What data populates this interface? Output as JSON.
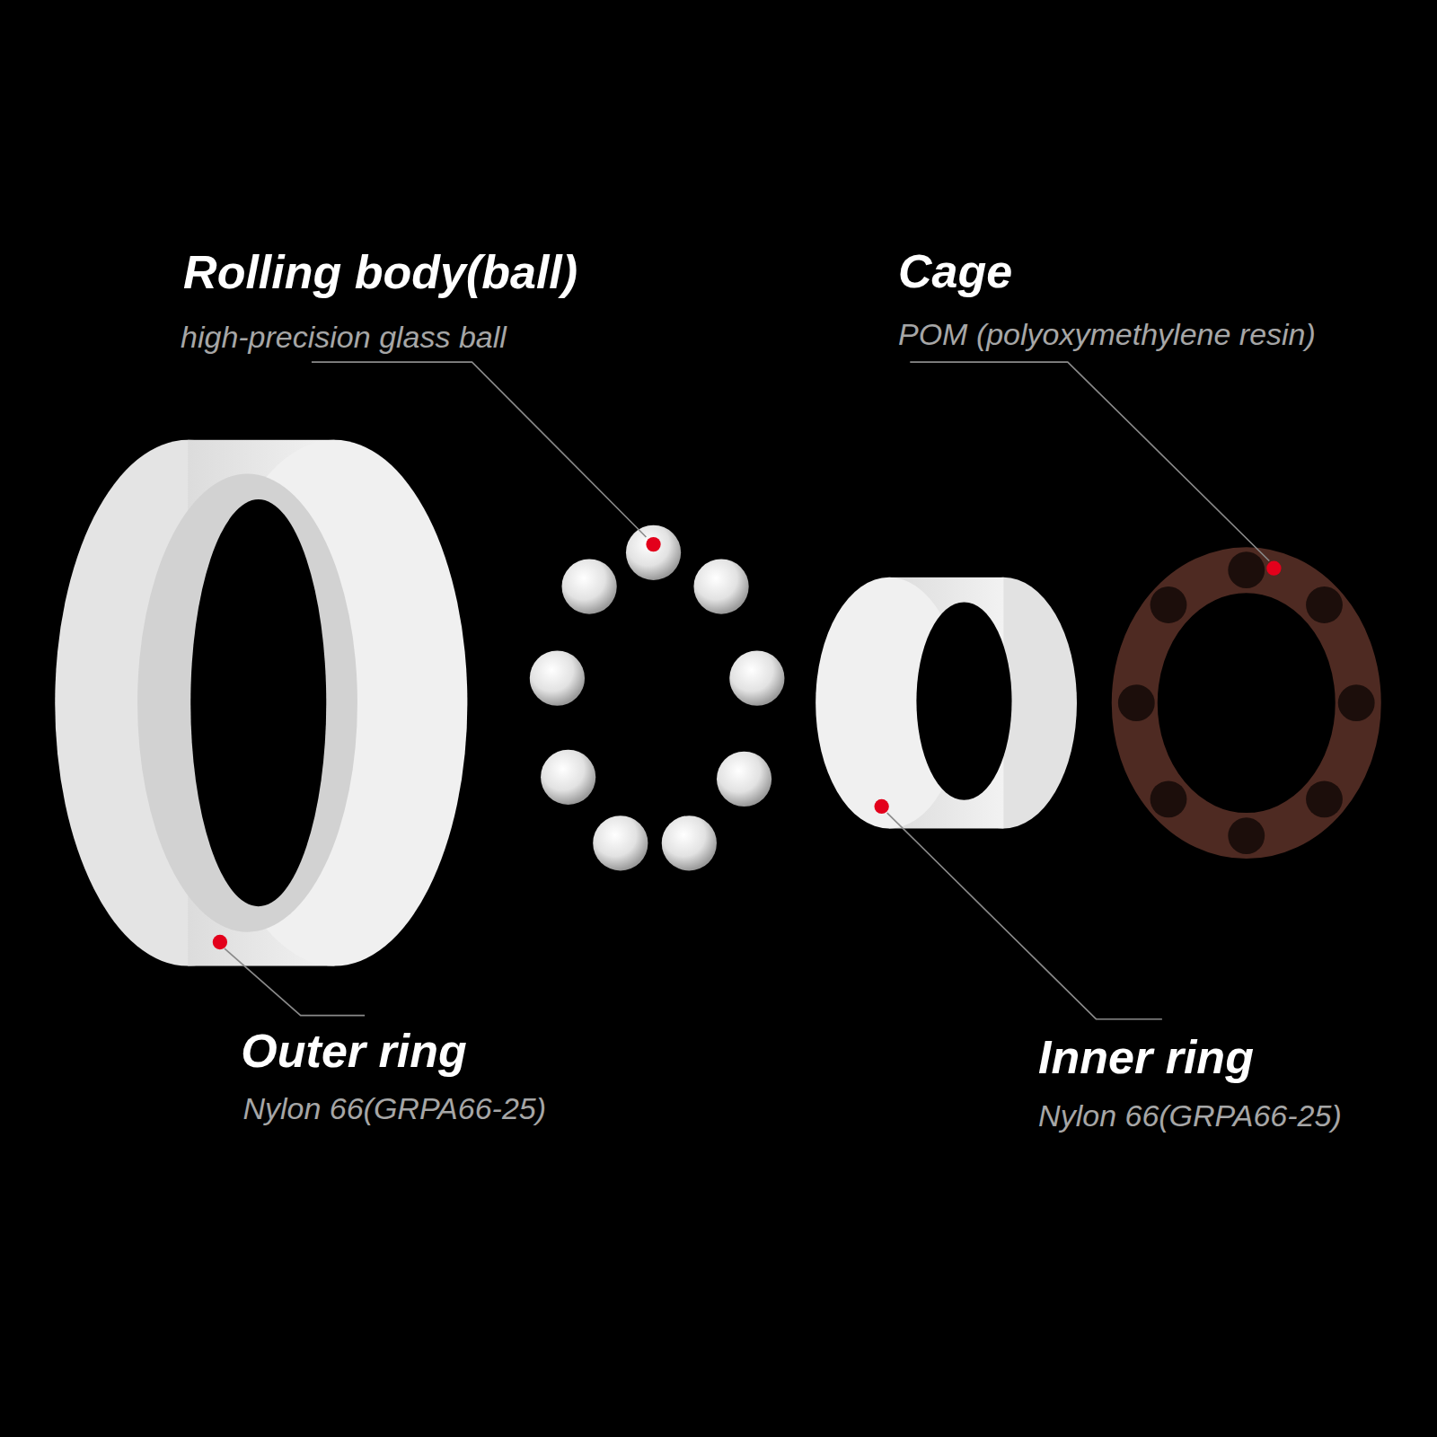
{
  "diagram": {
    "labels": [
      "Rolling body(ball)",
      "high-precision glass ball",
      "Cage",
      "POM (polyoxymethylene resin)",
      "Outer ring",
      "Nylon 66(GRPA66-25)",
      "Inner ring",
      "Nylon 66(GRPA66-25)"
    ]
  }
}
